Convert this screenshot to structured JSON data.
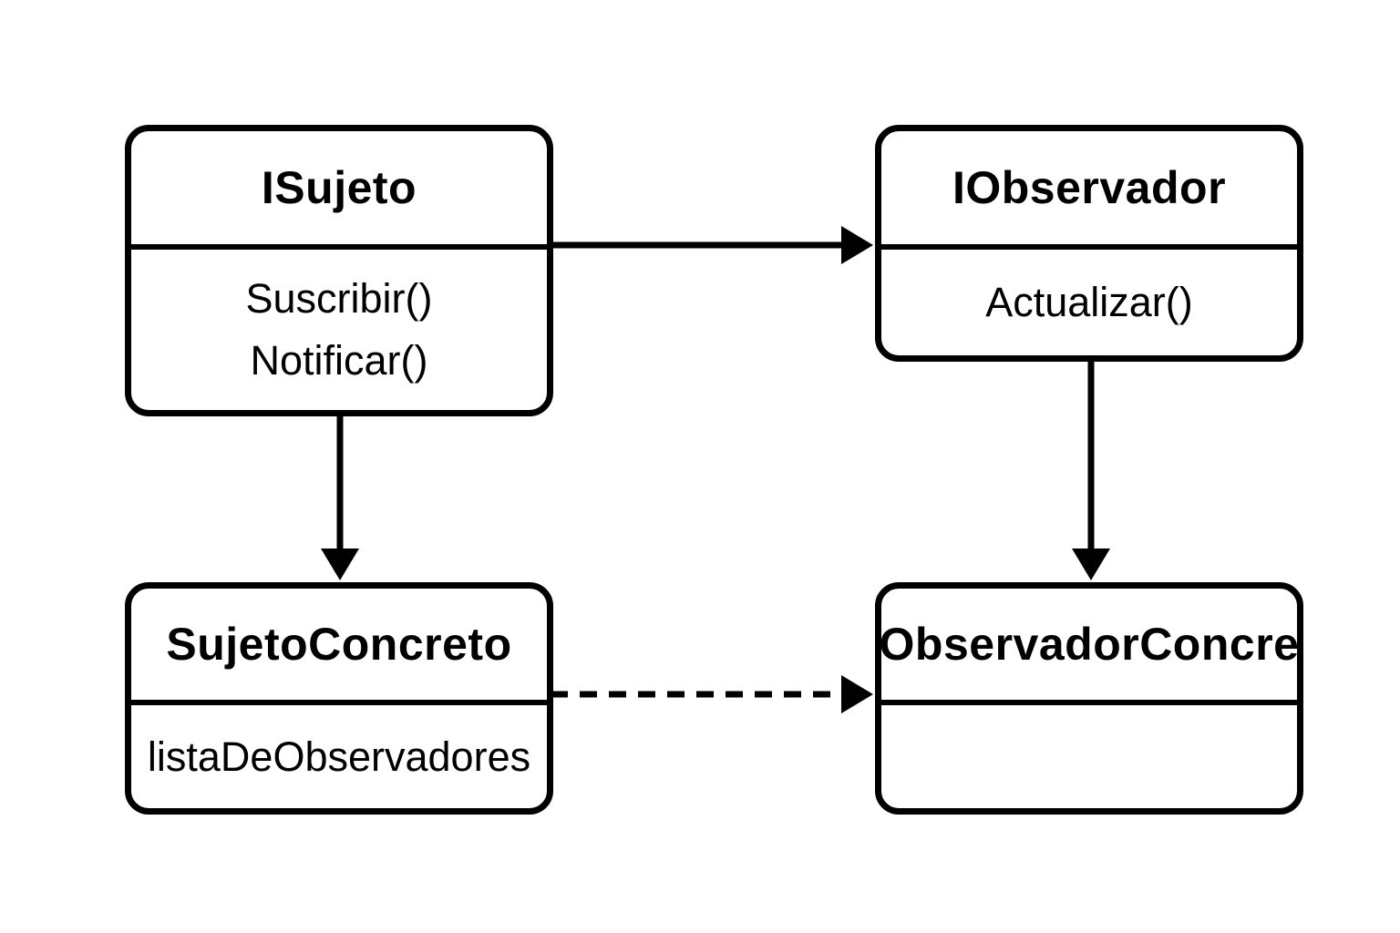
{
  "diagram": {
    "kind": "uml-class-diagram",
    "background_color": "#ffffff",
    "stroke_color": "#000000",
    "classes": [
      {
        "title": "ISujeto",
        "members": [
          "Suscribir()",
          "Notificar()"
        ]
      },
      {
        "title": "IObservador",
        "members": [
          "Actualizar()"
        ]
      },
      {
        "title": "SujetoConcreto",
        "members": [
          "listaDeObservadores"
        ]
      },
      {
        "title": "ObservadorConcre",
        "members": []
      }
    ],
    "relations": [
      {
        "from": "ISujeto",
        "to": "IObservador",
        "line": "solid",
        "head": "filled-triangle",
        "direction": "right"
      },
      {
        "from": "ISujeto",
        "to": "SujetoConcreto",
        "line": "solid",
        "head": "filled-triangle",
        "direction": "down"
      },
      {
        "from": "IObservador",
        "to": "ObservadorConcre",
        "line": "solid",
        "head": "filled-triangle",
        "direction": "down"
      },
      {
        "from": "SujetoConcreto",
        "to": "ObservadorConcre",
        "line": "dashed",
        "head": "filled-triangle",
        "direction": "right"
      }
    ]
  }
}
